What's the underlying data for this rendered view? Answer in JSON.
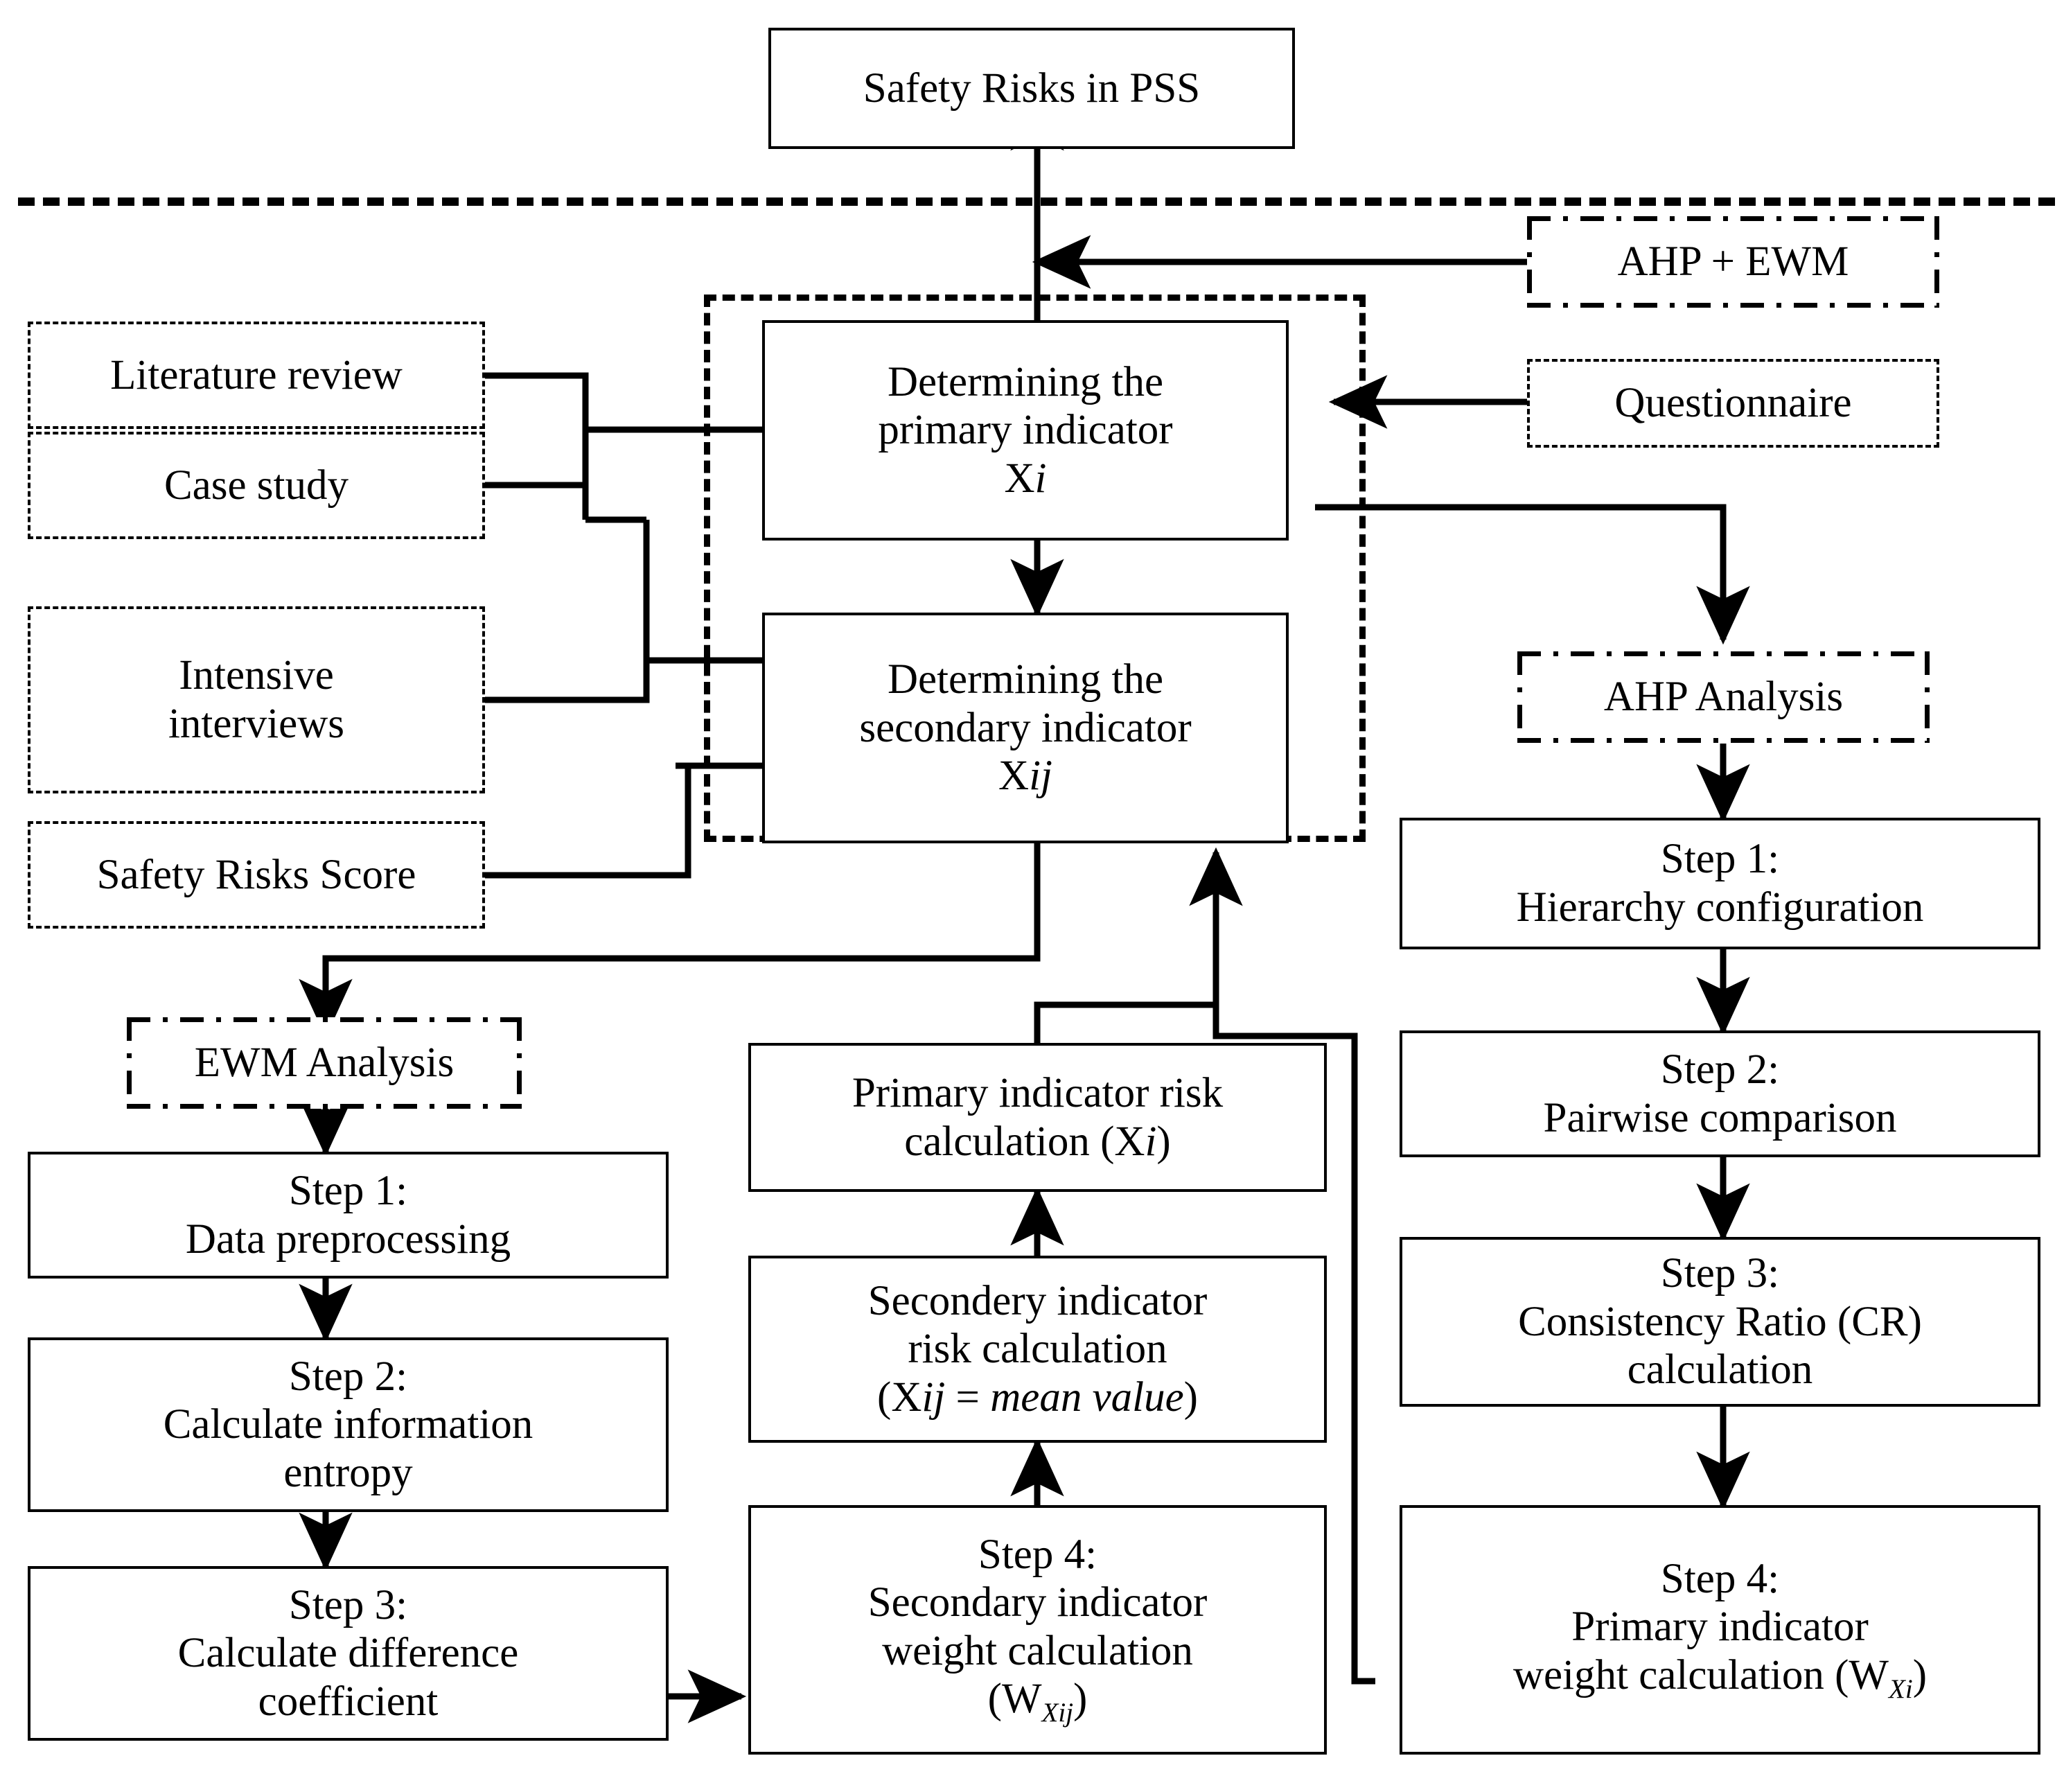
{
  "diagram": {
    "title_box": {
      "label": "Safety Risks in PSS"
    },
    "method_tags": {
      "ahp_ewm": "AHP + EWM",
      "questionnaire": "Questionnaire",
      "ahp_analysis": "AHP Analysis",
      "ewm_analysis": "EWM Analysis"
    },
    "sources": [
      {
        "label": "Literature review"
      },
      {
        "label": "Case study"
      },
      {
        "label": "Intensive\ninterviews"
      },
      {
        "label": "Safety Risks Score"
      }
    ],
    "source_labels": {
      "literature_review": "Literature review",
      "case_study": "Case study",
      "intensive_interviews_line1": "Intensive",
      "intensive_interviews_line2": "interviews",
      "safety_risks_score": "Safety Risks Score"
    },
    "indicator_group": {
      "primary": {
        "line1": "Determining the",
        "line2": "primary indicator",
        "symbol_prefix": "X",
        "symbol_italic": "i"
      },
      "secondary": {
        "line1": "Determining the",
        "line2": "secondary indicator",
        "symbol_prefix": "X",
        "symbol_italic": "ij"
      }
    },
    "ewm_steps": [
      {
        "head": "Step 1:",
        "body": "Data preprocessing"
      },
      {
        "head": "Step 2:",
        "body": "Calculate information\nentropy"
      },
      {
        "head": "Step 3:",
        "body": "Calculate difference\ncoefficient"
      }
    ],
    "ewm_step_labels": {
      "step1_head": "Step 1:",
      "step1_body": "Data preprocessing",
      "step2_head": "Step 2:",
      "step2_body_line1": "Calculate information",
      "step2_body_line2": "entropy",
      "step3_head": "Step 3:",
      "step3_body_line1": "Calculate difference",
      "step3_body_line2": "coefficient"
    },
    "ahp_steps": [
      {
        "head": "Step 1:",
        "body": "Hierarchy configuration"
      },
      {
        "head": "Step 2:",
        "body": "Pairwise comparison"
      },
      {
        "head": "Step 3:",
        "body": "Consistency Ratio (CR)\ncalculation"
      },
      {
        "head": "Step 4:",
        "body": "Primary indicator\nweight calculation (WXi)"
      }
    ],
    "ahp_step_labels": {
      "step1_head": "Step 1:",
      "step1_body": "Hierarchy configuration",
      "step2_head": "Step 2:",
      "step2_body": "Pairwise comparison",
      "step3_head": "Step 3:",
      "step3_body_line1": "Consistency Ratio (CR)",
      "step3_body_line2": "calculation",
      "step4_head": "Step 4:",
      "step4_body_line1": "Primary indicator",
      "step4_body_line2_pre": "weight calculation (W",
      "step4_body_line2_sub": "Xi",
      "step4_body_line2_post": ")"
    },
    "center_calcs": {
      "primary_risk_line1": "Primary indicator risk",
      "primary_risk_line2_pre": "calculation (X",
      "primary_risk_line2_italic": "i",
      "primary_risk_line2_post": ")",
      "secondary_risk_line1": "Secondery indicator",
      "secondary_risk_line2": "risk calculation",
      "secondary_risk_line3_pre": "(X",
      "secondary_risk_line3_italic": "ij",
      "secondary_risk_line3_eq": " = ",
      "secondary_risk_line3_mean": "mean value",
      "secondary_risk_line3_post": ")",
      "step4_head": "Step 4:",
      "step4_line1": "Secondary indicator",
      "step4_line2": "weight calculation",
      "step4_line3_pre": "(W",
      "step4_line3_sub": "Xij",
      "step4_line3_post": ")"
    },
    "colors": {
      "stroke": "#000000",
      "background": "#ffffff"
    }
  }
}
